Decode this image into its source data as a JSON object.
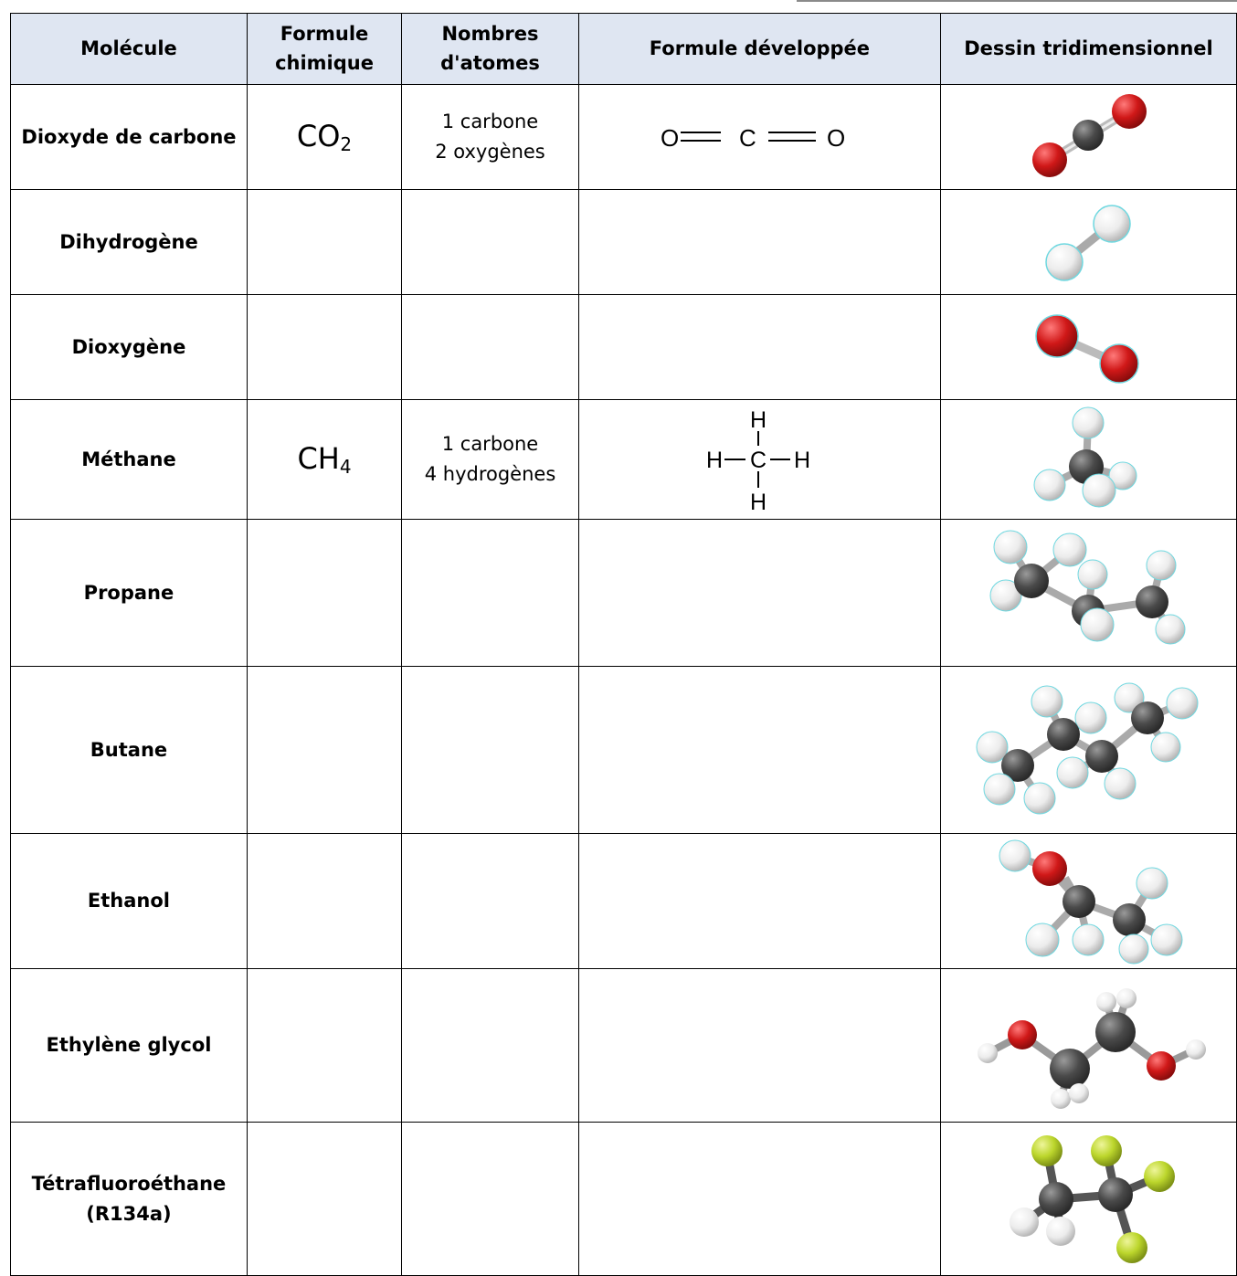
{
  "headers": {
    "molecule": "Molécule",
    "formula": "Formule chimique",
    "atoms": "Nombres d'atomes",
    "developed": "Formule développée",
    "drawing": "Dessin tridimensionnel"
  },
  "rows": [
    {
      "name": "Dioxyde de carbone",
      "formula_base": "CO",
      "formula_sub": "2",
      "atoms_1": "1 carbone",
      "atoms_2": "2 oxygènes",
      "developed": {
        "left": "O",
        "center": "C",
        "right": "O"
      },
      "drawing": "co2-model-icon"
    },
    {
      "name": "Dihydrogène",
      "drawing": "h2-model-icon"
    },
    {
      "name": "Dioxygène",
      "drawing": "o2-model-icon"
    },
    {
      "name": "Méthane",
      "formula_base": "CH",
      "formula_sub": "4",
      "atoms_1": "1 carbone",
      "atoms_2": "4 hydrogènes",
      "developed": {
        "top": "H",
        "left": "H",
        "center": "C",
        "right": "H",
        "bottom": "H"
      },
      "drawing": "ch4-model-icon"
    },
    {
      "name": "Propane",
      "drawing": "propane-model-icon"
    },
    {
      "name": "Butane",
      "drawing": "butane-model-icon"
    },
    {
      "name": "Ethanol",
      "drawing": "ethanol-model-icon"
    },
    {
      "name": "Ethylène glycol",
      "drawing": "ethylene-glycol-model-icon"
    },
    {
      "name_line1": "Tétrafluoroéthane",
      "name_line2": "(R134a)",
      "drawing": "r134a-model-icon"
    }
  ],
  "colors": {
    "header_bg": "#dfe6f2",
    "carbon": "#4a4a4a",
    "oxygen": "#d01818",
    "hydrogen": "#f2f2f2",
    "fluorine": "#b5d42a"
  }
}
